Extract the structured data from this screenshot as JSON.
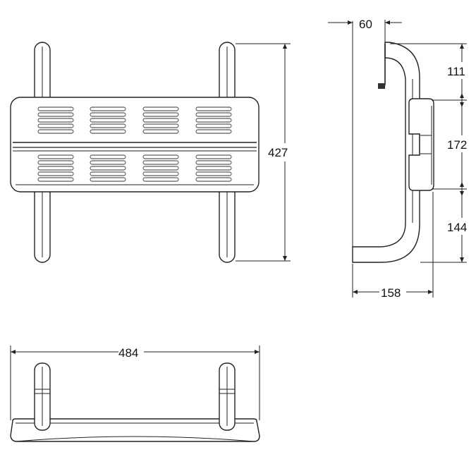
{
  "dimensions": {
    "front_height": "427",
    "side_offset_top": "60",
    "side_upper": "111",
    "side_middle": "172",
    "side_lower": "144",
    "side_depth": "158",
    "top_width": "484"
  }
}
